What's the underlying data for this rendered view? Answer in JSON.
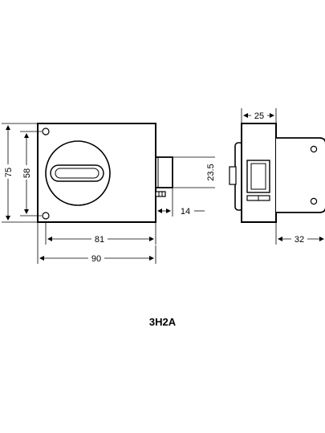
{
  "model": "3H2A",
  "dimensions": {
    "height_total": "75",
    "height_screws": "58",
    "bolt_height": "23.5",
    "bolt_throw": "14",
    "screw_spacing": "81",
    "width_total": "90",
    "depth_front": "25",
    "depth_case": "32"
  }
}
